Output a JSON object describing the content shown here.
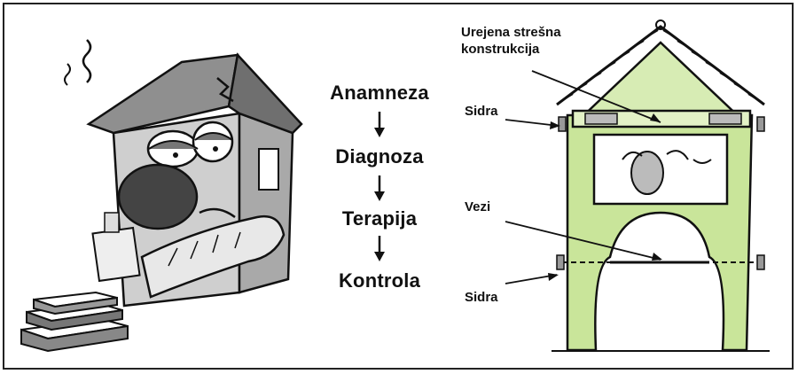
{
  "process": {
    "steps": [
      "Anamneza",
      "Diagnoza",
      "Terapija",
      "Kontrola"
    ]
  },
  "labels": {
    "roof": "Urejena strešna\nkonstrukcija",
    "anchors_top": "Sidra",
    "ties": "Vezi",
    "anchors_bottom": "Sidra"
  },
  "colors": {
    "ink": "#111111",
    "wall_green": "#c9e59a",
    "roof_wood": "#d7ecb4",
    "sick_house_gray": "#bdbdbd"
  }
}
